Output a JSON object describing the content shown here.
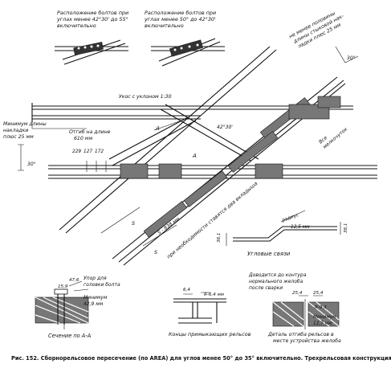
{
  "labels": {
    "top_left": [
      "Расположение болтов при",
      "углах менее 42°30' до 55°",
      "включительно"
    ],
    "top_middle": [
      "Расположение болтов при",
      "углах менее 50° до 42°30'",
      "включительно"
    ],
    "top_right": [
      "не менее половины",
      "длины стыковой нак-",
      "ладки плюс 25 мм"
    ],
    "angle_30": "30°",
    "ukos": "Укос с уклоном 1:30",
    "min_length": [
      "Минимум длины",
      "накладки",
      "плюс 25 мм"
    ],
    "otgib": [
      "Отгиб на длине",
      "610 мм"
    ],
    "dims_229": "229",
    "dims_127": "127",
    "dims_172": "172",
    "angle_30b": "30°",
    "angle_42": "42°30'",
    "section_A_mark": "А",
    "vse_melk": [
      "Все",
      "мелкочуток"
    ],
    "s_label": "S",
    "s2_label": "S",
    "dist_label": "S - 838 мм",
    "bolts_note": "при необходимости ставятся два вкладыша",
    "uglovye": "Угловые связи",
    "dim_38a": "38,1",
    "dim_38b": "38,1",
    "dim_12_5": "12,5 мм",
    "radius_note": "радиус",
    "sec_A": "Сечение по А-А",
    "upor": [
      "Упор для",
      "головки болта"
    ],
    "dim_47_6": "47,6",
    "dim_15_9": "15,9",
    "minimum": [
      "Минимум",
      "42,9 мм"
    ],
    "koncy": "Концы примыкающих рельсов",
    "dim_6_4": "6,4",
    "dim_r64": "R-6,4 мм",
    "dovod": [
      "Доводится до контура",
      "нормального желоба",
      "после сварки"
    ],
    "dim_25_4a": "25,4",
    "dim_25_4b": "25,4",
    "dim_r93": "R-9,3",
    "dim_min": [
      "Минимум",
      "12,7 мм"
    ],
    "detal": [
      "Деталь отгиба рельсов в",
      "месте устройства желоба"
    ],
    "caption": "Рис. 152. Сборнорельсовое пересечение (по AREA) для углов менее 50° до 35° включительно. Трехрельсовая конструкция."
  }
}
